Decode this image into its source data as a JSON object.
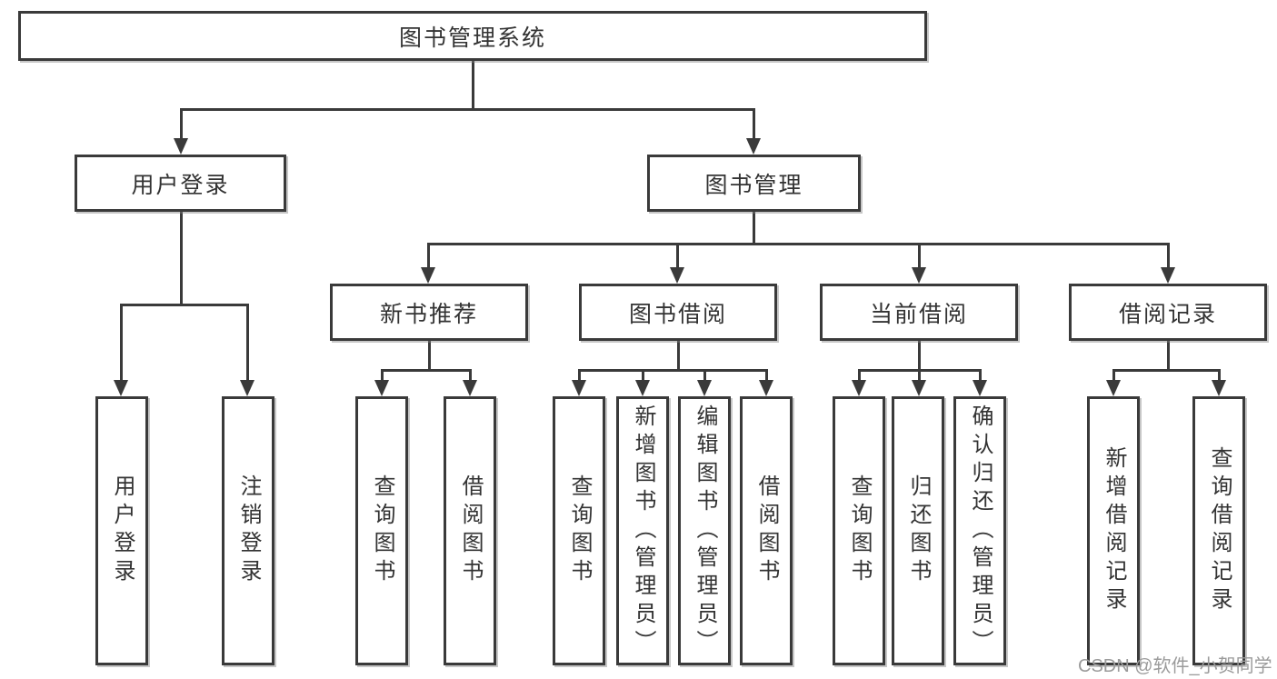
{
  "diagram": {
    "title": "图书管理系统",
    "type": "functional-structure-tree",
    "root": {
      "label": "图书管理系统",
      "children": [
        {
          "label": "用户登录",
          "children": [
            {
              "label": "用户登录"
            },
            {
              "label": "注销登录"
            }
          ]
        },
        {
          "label": "图书管理",
          "children": [
            {
              "label": "新书推荐",
              "children": [
                {
                  "label": "查询图书"
                },
                {
                  "label": "借阅图书"
                }
              ]
            },
            {
              "label": "图书借阅",
              "children": [
                {
                  "label": "查询图书"
                },
                {
                  "label": "新增图书（管理员）"
                },
                {
                  "label": "编辑图书（管理员）"
                },
                {
                  "label": "借阅图书"
                }
              ]
            },
            {
              "label": "当前借阅",
              "children": [
                {
                  "label": "查询图书"
                },
                {
                  "label": "归还图书"
                },
                {
                  "label": "确认归还（管理员）"
                }
              ]
            },
            {
              "label": "借阅记录",
              "children": [
                {
                  "label": "新增借阅记录"
                },
                {
                  "label": "查询借阅记录"
                }
              ]
            }
          ]
        }
      ]
    },
    "watermark": "CSDN @软件_小贺同学"
  },
  "colors": {
    "line": "#3a3a3a",
    "text": "#333333",
    "box_background": "#ffffff",
    "watermark": "#9b9b9b",
    "page_background": "#ffffff"
  }
}
